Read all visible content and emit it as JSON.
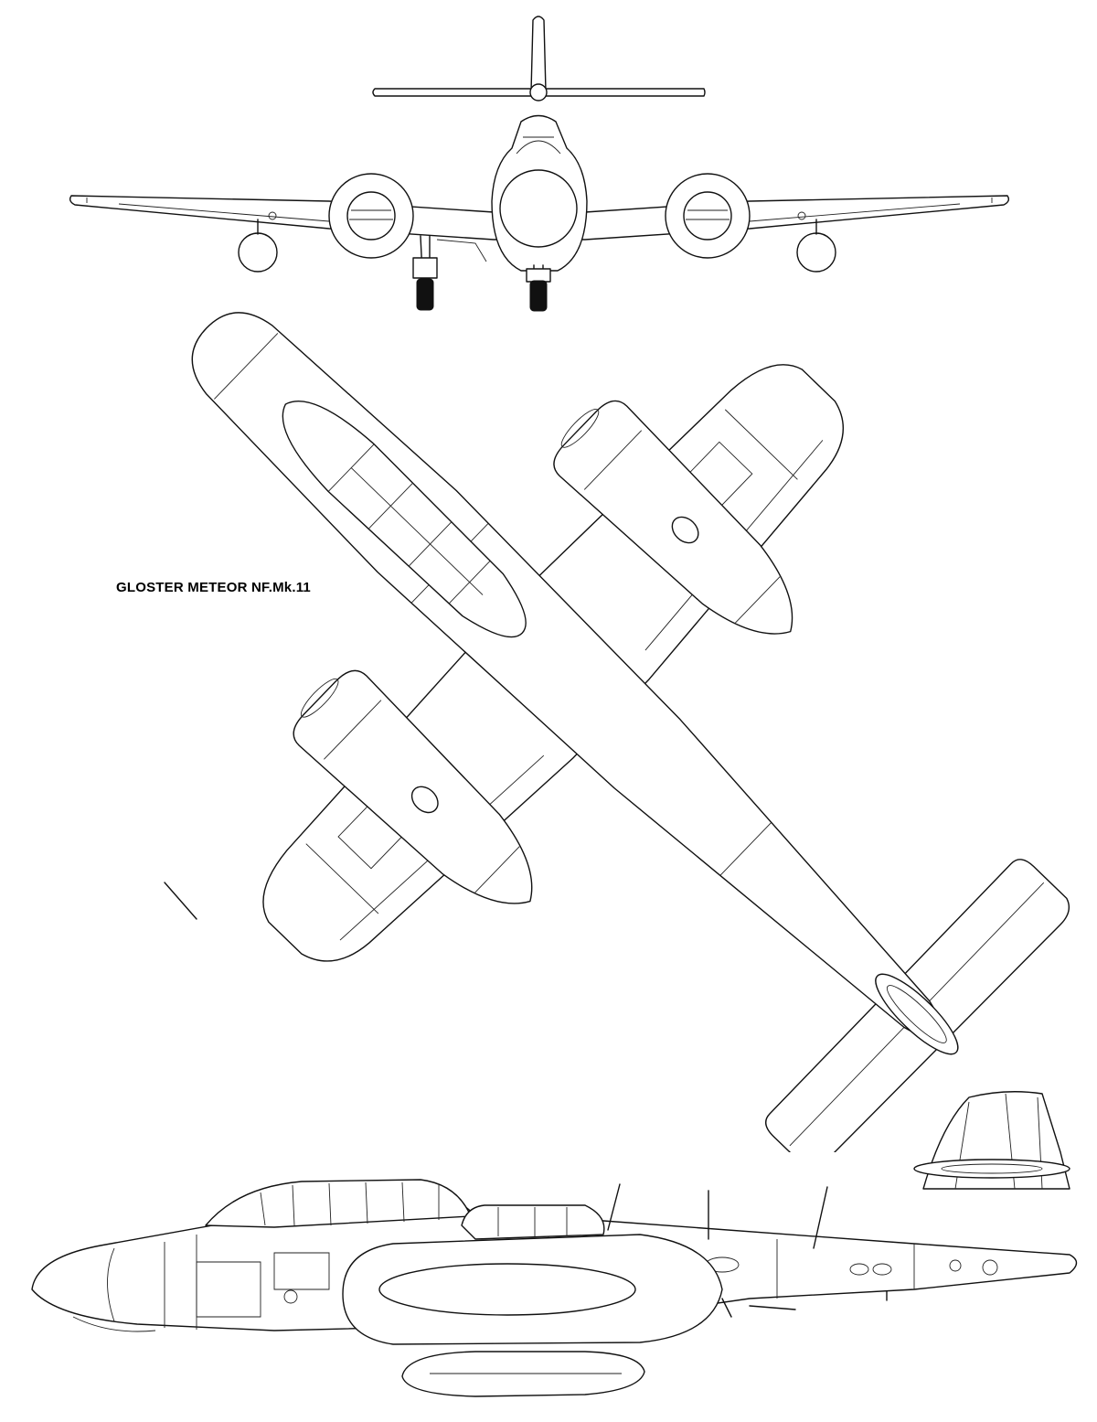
{
  "drawing": {
    "title": "GLOSTER METEOR NF.Mk.11",
    "views": [
      "front-view",
      "plan-view",
      "side-view"
    ]
  }
}
